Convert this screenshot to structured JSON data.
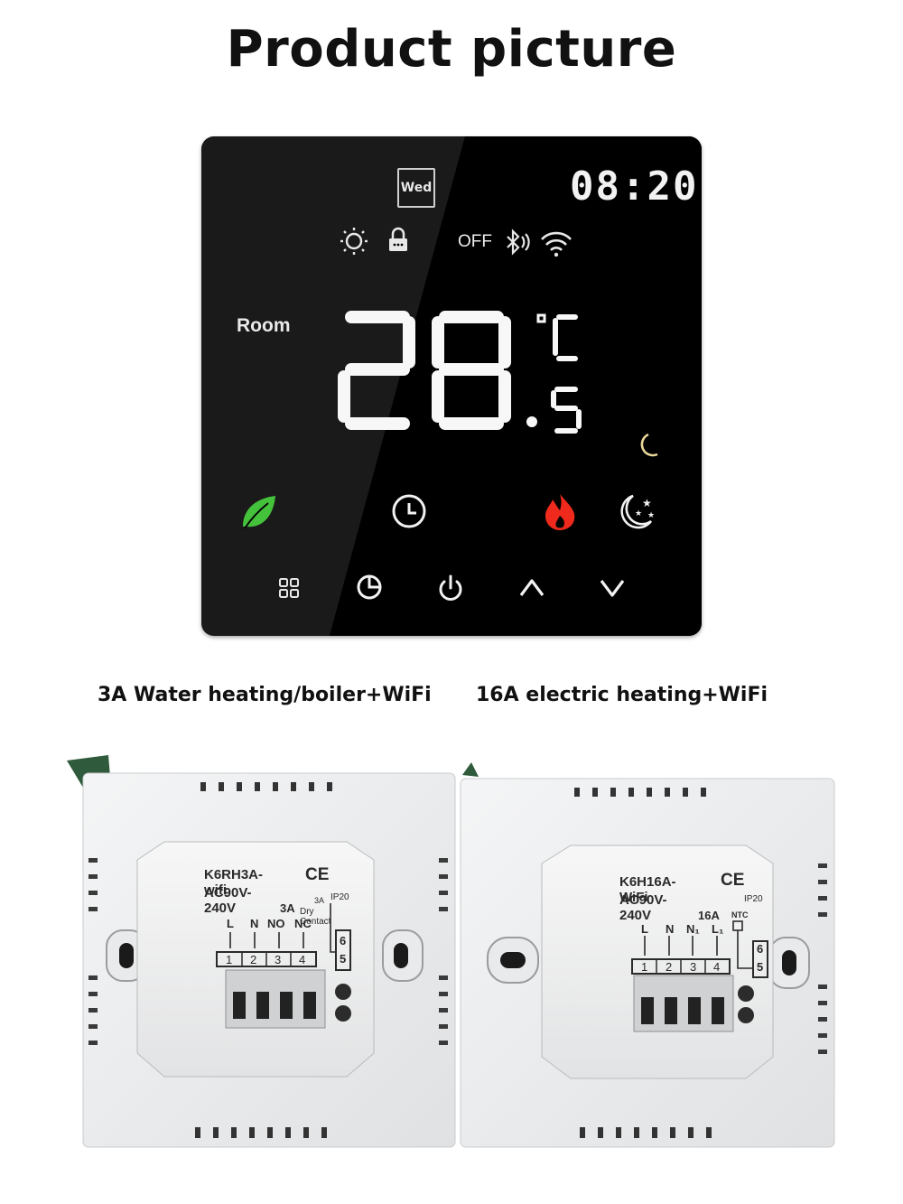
{
  "page": {
    "title": "Product picture"
  },
  "thermostat": {
    "day": "Wed",
    "clock": "08:20",
    "power_state": "OFF",
    "room_label": "Room",
    "temperature": "28",
    "temperature_decimal": "5",
    "unit": "°C",
    "icons": {
      "status": [
        "sun-icon",
        "lock-icon",
        "bluetooth-icon",
        "wifi-icon",
        "moon-icon"
      ],
      "modes": [
        "leaf-icon",
        "clock-icon",
        "flame-icon",
        "moon-stars-icon"
      ],
      "buttons": [
        "menu-grid-icon",
        "timer-icon",
        "power-icon",
        "chevron-up-icon",
        "chevron-down-icon"
      ]
    },
    "colors": {
      "leaf": "#45c23b",
      "flame": "#ef2a1c",
      "moon": "#e8d79a"
    }
  },
  "variants": [
    {
      "caption": "3A Water heating/boiler+WiFi",
      "model": "K6RH3A-wifi",
      "voltage": "AC90V-240V",
      "current": "3A",
      "contact_current": "3A",
      "contact_type": "Dry Contact",
      "ip_rating": "IP20",
      "cert": "CE",
      "terminal_labels": [
        "L",
        "N",
        "NO",
        "NC"
      ],
      "terminal_numbers": [
        "1",
        "2",
        "3",
        "4"
      ],
      "sensor_numbers": [
        "6",
        "5"
      ]
    },
    {
      "caption": "16A electric heating+WiFi",
      "model": "K6H16A-WiFi",
      "voltage": "AC90V-240V",
      "current": "16A",
      "ip_rating": "IP20",
      "cert": "CE",
      "sensor_label": "NTC",
      "terminal_labels": [
        "L",
        "N",
        "N₁",
        "L₁"
      ],
      "terminal_numbers": [
        "1",
        "2",
        "3",
        "4"
      ],
      "sensor_numbers": [
        "6",
        "5"
      ]
    }
  ]
}
